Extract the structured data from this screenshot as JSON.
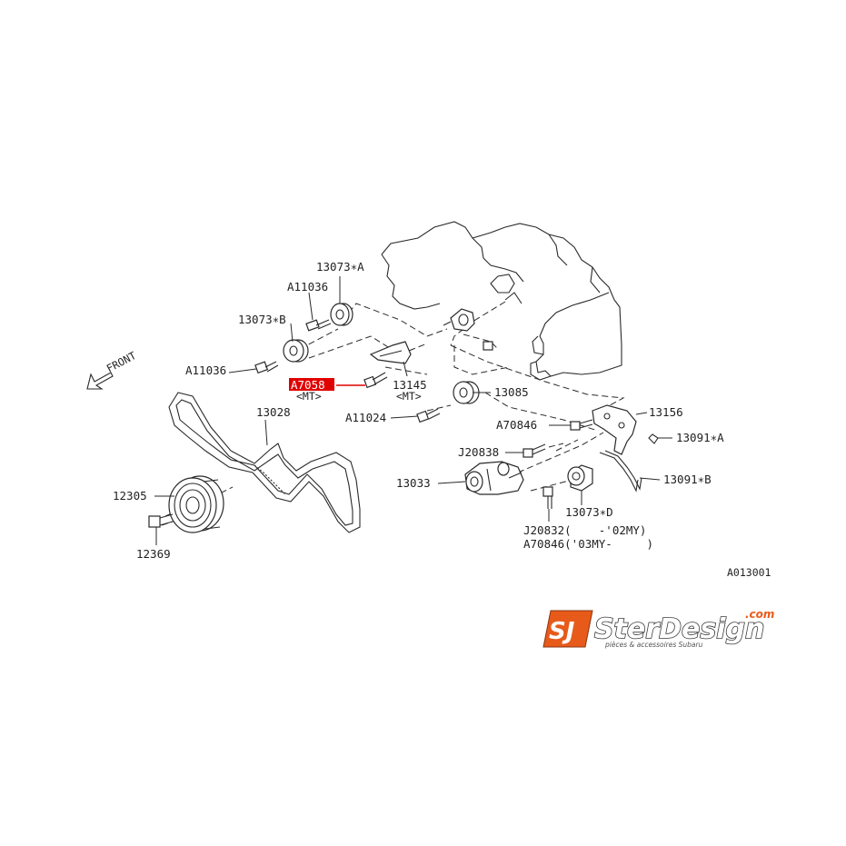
{
  "labels": {
    "p13073a": "13073∗A",
    "a11036_top": "A11036",
    "p13073b": "13073∗B",
    "a11036_left": "A11036",
    "a7058": "A7058",
    "mt1": "<MT>",
    "p13145": "13145",
    "mt2": "<MT>",
    "p13085": "13085",
    "a11024": "A11024",
    "p13028": "13028",
    "p13156": "13156",
    "a70846": "A70846",
    "p13091a": "13091∗A",
    "j20838": "J20838",
    "p13033": "13033",
    "p13091b": "13091∗B",
    "p13073d": "13073∗D",
    "j20832": "J20832(    -'02MY)",
    "a70846_my": "A70846('03MY-     )",
    "p12305": "12305",
    "p12369": "12369",
    "front": "FRONT",
    "figure_code": "A013001"
  },
  "logo": {
    "mark": "SJ",
    "name": "SterDesign",
    "domain": ".com",
    "tagline": "pièces & accessoires Subaru"
  },
  "colors": {
    "highlight": "#e00000",
    "logo_orange": "#e85a1a",
    "line": "#2a2a2a"
  }
}
